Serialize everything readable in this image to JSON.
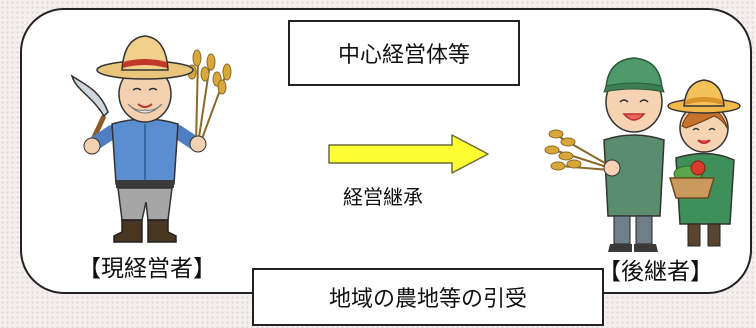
{
  "diagram": {
    "title": "中心経営体等",
    "current_manager_label": "【現経営者】",
    "successor_label": "【後継者】",
    "arrow_caption": "経営継承",
    "bottom_label": "地域の農地等の引受"
  },
  "colors": {
    "panel_border": "#222222",
    "arrow_fill": "#ffff33",
    "arrow_stroke": "#6b6b3a",
    "background": "#f6efef"
  },
  "icons": {
    "current_manager": "elderly-farmer-icon",
    "successor": "young-farmer-couple-icon",
    "arrow": "right-arrow-icon"
  }
}
